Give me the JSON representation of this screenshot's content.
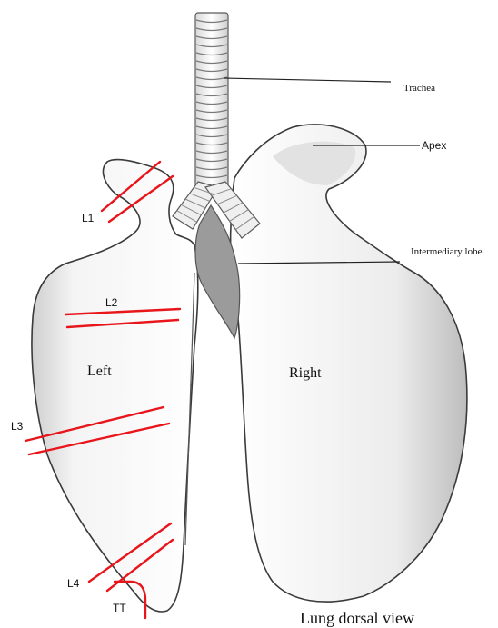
{
  "labels": {
    "trachea": "Trachea",
    "apex": "Apex",
    "intermediary_lobe": "Intermediary lobe",
    "left": "Left",
    "right": "Right",
    "l1": "L1",
    "l2": "L2",
    "l3": "L3",
    "l4": "L4",
    "tt": "TT",
    "caption": "Lung dorsal view"
  },
  "colors": {
    "cut_lines": "#e8151b",
    "outline": "#3a3a3a",
    "shading": "#c9c9c9",
    "leader": "#222222"
  }
}
